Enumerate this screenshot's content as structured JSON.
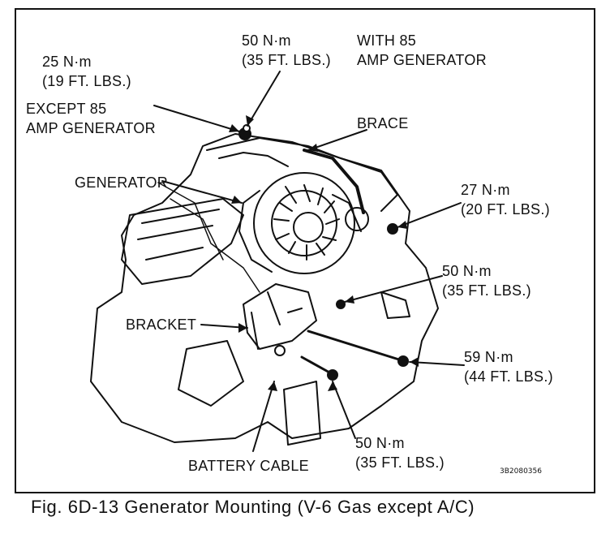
{
  "labels": {
    "torque_25": {
      "line1": "25 N·m",
      "line2": "(19 FT. LBS.)"
    },
    "except_85": {
      "line1": "EXCEPT 85",
      "line2": "AMP GENERATOR"
    },
    "torque_50_top": {
      "line1": "50 N·m",
      "line2": "(35 FT. LBS.)"
    },
    "with_85": {
      "line1": "WITH 85",
      "line2": "AMP GENERATOR"
    },
    "brace": "BRACE",
    "generator": "GENERATOR",
    "torque_27": {
      "line1": "27 N·m",
      "line2": "(20 FT. LBS.)"
    },
    "torque_50_mid": {
      "line1": "50 N·m",
      "line2": "(35 FT. LBS.)"
    },
    "bracket": "BRACKET",
    "torque_59": {
      "line1": "59 N·m",
      "line2": "(44 FT. LBS.)"
    },
    "torque_50_bottom": {
      "line1": "50 N·m",
      "line2": "(35 FT. LBS.)"
    },
    "battery_cable": "BATTERY CABLE",
    "image_code": "3B2080356"
  },
  "caption": "Fig. 6D-13 Generator Mounting (V-6 Gas except A/C)"
}
